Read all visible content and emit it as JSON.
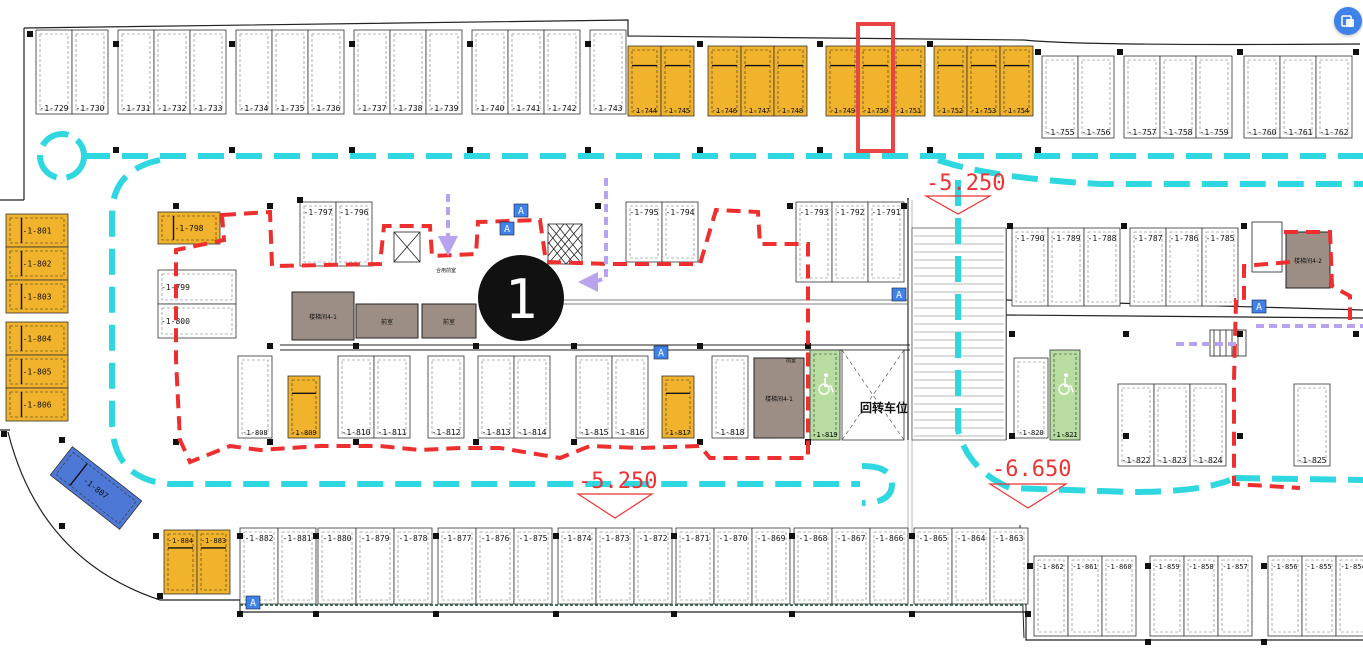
{
  "colors": {
    "orange": "#f1b32b",
    "white_stall": "#ffffff",
    "green": "#b7dea0",
    "blue_stall": "#4e78d6",
    "route": "#2fd8e0",
    "boundary": "#ee2f2f",
    "arrow": "#b8a3ee",
    "core_room": "#9c8e85",
    "highlight": "#ea4545",
    "accent": "#3f82ea"
  },
  "ui": {
    "toolbar_icon": "layers-icon"
  },
  "map": {
    "elevations": [
      "-5.250",
      "-5.250",
      "-6.650"
    ],
    "core_number": "1",
    "turnaround_label": "回转车位",
    "accessible_icon": "wheelchair-icon",
    "elevator_badge": "A",
    "highlighted_stall": "-1-750",
    "rooms": [
      "楼梯间4-1",
      "前室",
      "前室",
      "楼梯间4-1",
      "楼梯间4-2",
      "前室",
      "合用前室",
      "前室"
    ],
    "stalls": [
      {
        "id": "-1-729",
        "status": "white"
      },
      {
        "id": "-1-730",
        "status": "white"
      },
      {
        "id": "-1-731",
        "status": "white"
      },
      {
        "id": "-1-732",
        "status": "white"
      },
      {
        "id": "-1-733",
        "status": "white"
      },
      {
        "id": "-1-734",
        "status": "white"
      },
      {
        "id": "-1-735",
        "status": "white"
      },
      {
        "id": "-1-736",
        "status": "white"
      },
      {
        "id": "-1-737",
        "status": "white"
      },
      {
        "id": "-1-738",
        "status": "white"
      },
      {
        "id": "-1-739",
        "status": "white"
      },
      {
        "id": "-1-740",
        "status": "white"
      },
      {
        "id": "-1-741",
        "status": "white"
      },
      {
        "id": "-1-742",
        "status": "white"
      },
      {
        "id": "-1-743",
        "status": "white"
      },
      {
        "id": "-1-744",
        "status": "orange"
      },
      {
        "id": "-1-745",
        "status": "orange"
      },
      {
        "id": "-1-746",
        "status": "orange"
      },
      {
        "id": "-1-747",
        "status": "orange"
      },
      {
        "id": "-1-748",
        "status": "orange"
      },
      {
        "id": "-1-749",
        "status": "orange"
      },
      {
        "id": "-1-750",
        "status": "orange"
      },
      {
        "id": "-1-751",
        "status": "orange"
      },
      {
        "id": "-1-752",
        "status": "orange"
      },
      {
        "id": "-1-753",
        "status": "orange"
      },
      {
        "id": "-1-754",
        "status": "orange"
      },
      {
        "id": "-1-755",
        "status": "white"
      },
      {
        "id": "-1-756",
        "status": "white"
      },
      {
        "id": "-1-757",
        "status": "white"
      },
      {
        "id": "-1-758",
        "status": "white"
      },
      {
        "id": "-1-759",
        "status": "white"
      },
      {
        "id": "-1-760",
        "status": "white"
      },
      {
        "id": "-1-761",
        "status": "white"
      },
      {
        "id": "-1-762",
        "status": "white"
      },
      {
        "id": "-1-801",
        "status": "orange"
      },
      {
        "id": "-1-802",
        "status": "orange"
      },
      {
        "id": "-1-803",
        "status": "orange"
      },
      {
        "id": "-1-804",
        "status": "orange"
      },
      {
        "id": "-1-805",
        "status": "orange"
      },
      {
        "id": "-1-806",
        "status": "orange"
      },
      {
        "id": "-1-798",
        "status": "orange"
      },
      {
        "id": "-1-799",
        "status": "white"
      },
      {
        "id": "-1-800",
        "status": "white"
      },
      {
        "id": "-1-797",
        "status": "white"
      },
      {
        "id": "-1-796",
        "status": "white"
      },
      {
        "id": "-1-795",
        "status": "white"
      },
      {
        "id": "-1-794",
        "status": "white"
      },
      {
        "id": "-1-793",
        "status": "white"
      },
      {
        "id": "-1-792",
        "status": "white"
      },
      {
        "id": "-1-791",
        "status": "white"
      },
      {
        "id": "-1-790",
        "status": "white"
      },
      {
        "id": "-1-789",
        "status": "white"
      },
      {
        "id": "-1-788",
        "status": "white"
      },
      {
        "id": "-1-787",
        "status": "white"
      },
      {
        "id": "-1-786",
        "status": "white"
      },
      {
        "id": "-1-785",
        "status": "white"
      },
      {
        "id": "-1-808",
        "status": "white"
      },
      {
        "id": "-1-809",
        "status": "orange"
      },
      {
        "id": "-1-810",
        "status": "white"
      },
      {
        "id": "-1-811",
        "status": "white"
      },
      {
        "id": "-1-812",
        "status": "white"
      },
      {
        "id": "-1-813",
        "status": "white"
      },
      {
        "id": "-1-814",
        "status": "white"
      },
      {
        "id": "-1-815",
        "status": "white"
      },
      {
        "id": "-1-816",
        "status": "white"
      },
      {
        "id": "-1-817",
        "status": "orange"
      },
      {
        "id": "-1-818",
        "status": "white"
      },
      {
        "id": "-1-819",
        "status": "green"
      },
      {
        "id": "-1-820",
        "status": "white"
      },
      {
        "id": "-1-821",
        "status": "green"
      },
      {
        "id": "-1-822",
        "status": "white"
      },
      {
        "id": "-1-823",
        "status": "white"
      },
      {
        "id": "-1-824",
        "status": "white"
      },
      {
        "id": "-1-825",
        "status": "white"
      },
      {
        "id": "-1-807",
        "status": "blue"
      },
      {
        "id": "-1-884",
        "status": "orange"
      },
      {
        "id": "-1-883",
        "status": "orange"
      },
      {
        "id": "-1-882",
        "status": "white"
      },
      {
        "id": "-1-881",
        "status": "white"
      },
      {
        "id": "-1-880",
        "status": "white"
      },
      {
        "id": "-1-879",
        "status": "white"
      },
      {
        "id": "-1-878",
        "status": "white"
      },
      {
        "id": "-1-877",
        "status": "white"
      },
      {
        "id": "-1-876",
        "status": "white"
      },
      {
        "id": "-1-875",
        "status": "white"
      },
      {
        "id": "-1-874",
        "status": "white"
      },
      {
        "id": "-1-873",
        "status": "white"
      },
      {
        "id": "-1-872",
        "status": "white"
      },
      {
        "id": "-1-871",
        "status": "white"
      },
      {
        "id": "-1-870",
        "status": "white"
      },
      {
        "id": "-1-869",
        "status": "white"
      },
      {
        "id": "-1-868",
        "status": "white"
      },
      {
        "id": "-1-867",
        "status": "white"
      },
      {
        "id": "-1-866",
        "status": "white"
      },
      {
        "id": "-1-865",
        "status": "white"
      },
      {
        "id": "-1-864",
        "status": "white"
      },
      {
        "id": "-1-863",
        "status": "white"
      },
      {
        "id": "-1-862",
        "status": "white"
      },
      {
        "id": "-1-861",
        "status": "white"
      },
      {
        "id": "-1-860",
        "status": "white"
      },
      {
        "id": "-1-859",
        "status": "white"
      },
      {
        "id": "-1-858",
        "status": "white"
      },
      {
        "id": "-1-857",
        "status": "white"
      },
      {
        "id": "-1-856",
        "status": "white"
      },
      {
        "id": "-1-855",
        "status": "white"
      },
      {
        "id": "-1-854",
        "status": "white"
      }
    ]
  }
}
